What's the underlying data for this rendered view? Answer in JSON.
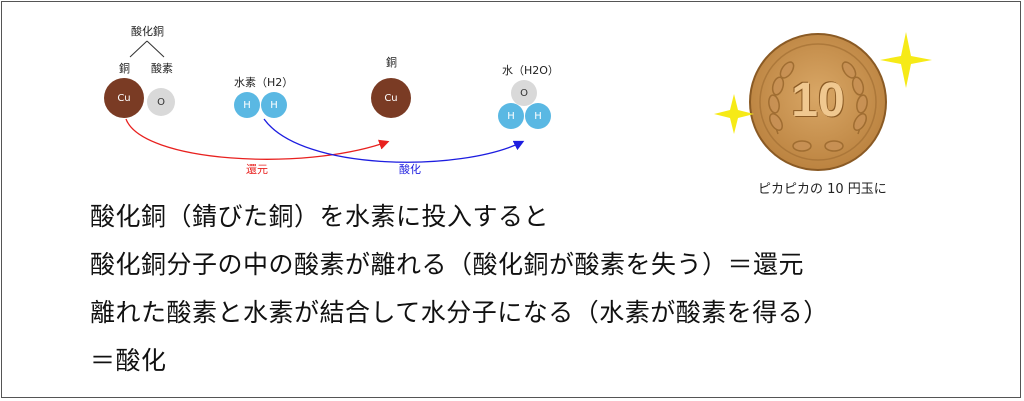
{
  "diagram": {
    "labels": {
      "copper_oxide": "酸化銅",
      "copper": "銅",
      "oxygen": "酸素",
      "hydrogen_h2": "水素（H2）",
      "copper_right": "銅",
      "water_h2o": "水（H2O）"
    },
    "atoms": {
      "cu": "Cu",
      "o": "O",
      "h": "H"
    },
    "arrows": {
      "reduction": "還元",
      "oxidation": "酸化",
      "reduction_color": "#e8211f",
      "oxidation_color": "#1d1de0"
    }
  },
  "coin": {
    "value": "10",
    "caption": "ピカピカの 10 円玉に"
  },
  "text": {
    "line1": "酸化銅（錆びた銅）を水素に投入すると",
    "line2": "酸化銅分子の中の酸素が離れる（酸化銅が酸素を失う）＝還元",
    "line3": "離れた酸素と水素が結合して水分子になる（水素が酸素を得る）",
    "line4": "＝酸化"
  }
}
